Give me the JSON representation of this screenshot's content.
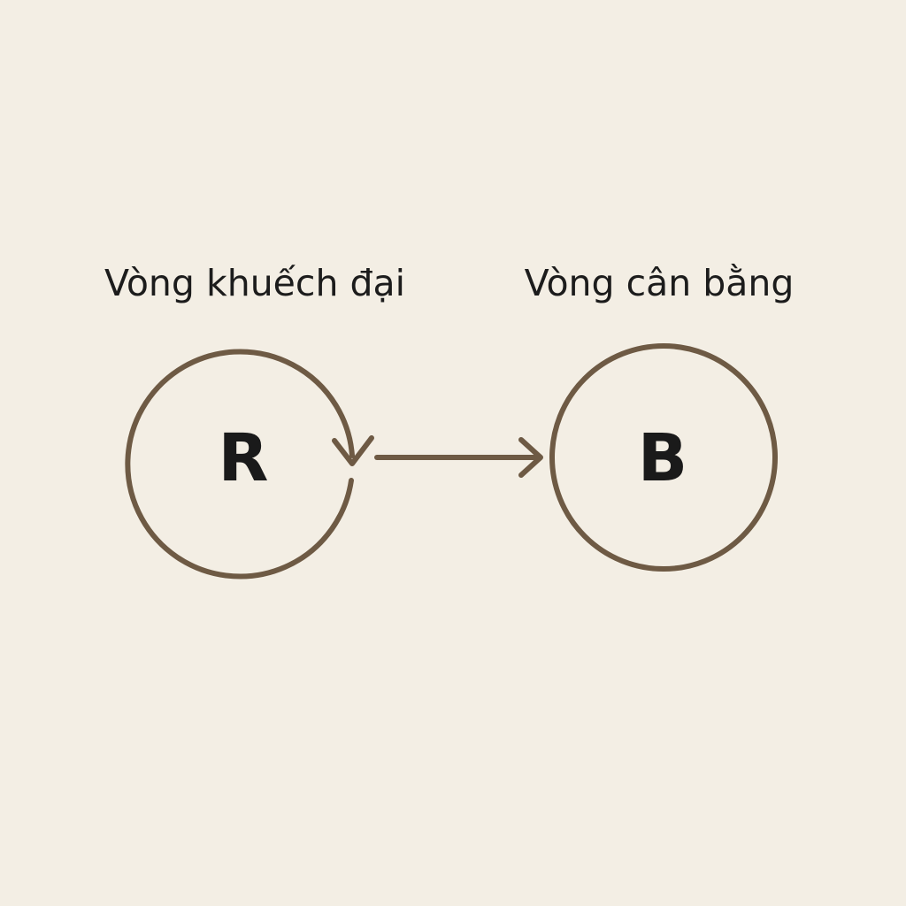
{
  "labels": {
    "reinforcing": "Vòng khuếch đại",
    "balancing": "Vòng cân bằng"
  },
  "nodes": {
    "reinforcing_letter": "R",
    "balancing_letter": "B"
  },
  "colors": {
    "background": "#f3eee4",
    "stroke": "#6e5a44",
    "text": "#1a1a1a"
  }
}
